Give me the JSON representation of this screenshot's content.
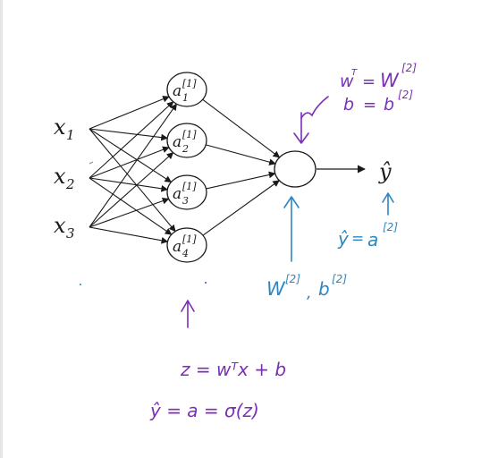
{
  "inputs": [
    {
      "sym": "x",
      "sub": "1"
    },
    {
      "sym": "x",
      "sub": "2"
    },
    {
      "sym": "x",
      "sub": "3"
    }
  ],
  "hidden_units": [
    {
      "sym": "a",
      "sup": "[1]",
      "sub": "1"
    },
    {
      "sym": "a",
      "sup": "[1]",
      "sub": "2"
    },
    {
      "sym": "a",
      "sup": "[1]",
      "sub": "3"
    },
    {
      "sym": "a",
      "sup": "[1]",
      "sub": "4"
    }
  ],
  "output": {
    "label": "ŷ"
  },
  "annotations": {
    "purple_top": {
      "line1_lhs": "w",
      "line1_sup": "T",
      "line1_eq": "=",
      "line1_rhs": "W",
      "line1_rhs_sup": "[2]",
      "line2_lhs": "b",
      "line2_eq": "=",
      "line2_rhs": "b",
      "line2_rhs_sup": "[2]"
    },
    "blue_params": {
      "w": "W",
      "w_sup": "[2]",
      "sep": ",",
      "b": "b",
      "b_sup": "[2]"
    },
    "blue_output": {
      "lhs": "ŷ",
      "eq": "=",
      "rhs": "a",
      "rhs_sup": "[2]"
    },
    "purple_bottom": {
      "line1": "z = wᵀx + b",
      "line2": "ŷ = a = σ(z)"
    }
  },
  "colors": {
    "ink": "#1a1a1a",
    "purple": "#7a2fb8",
    "blue": "#2e86c1",
    "sidebar": "#e6e6e6"
  }
}
